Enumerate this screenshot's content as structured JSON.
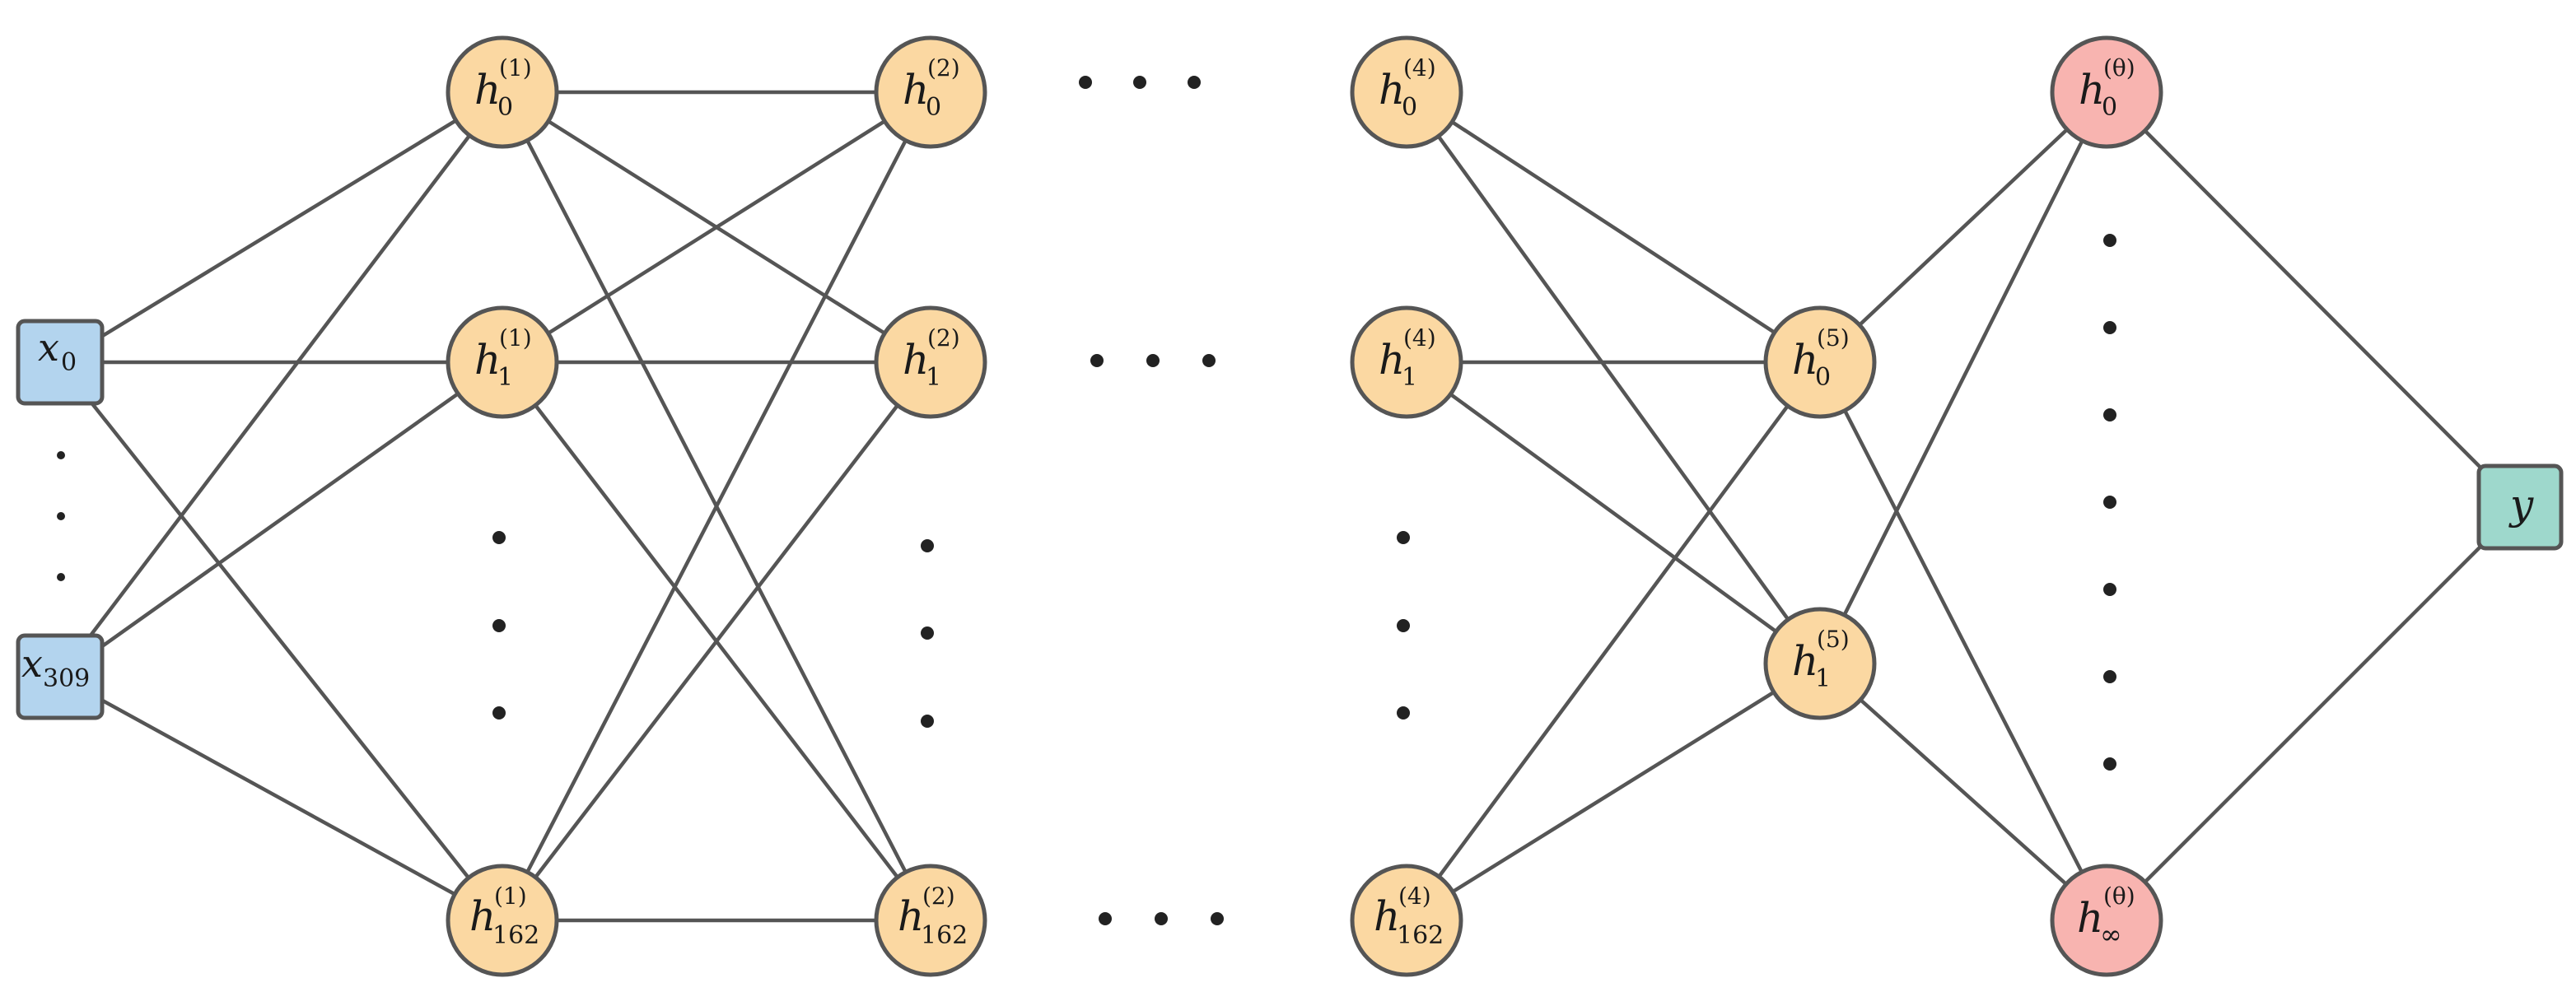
{
  "colors": {
    "input": "#b3d4ee",
    "hidden": "#fbd8a2",
    "theta": "#f8b4b0",
    "output": "#9ed8cc",
    "edge": "#555555"
  },
  "nodes": {
    "x0": {
      "base": "x",
      "sub": "0",
      "sup": ""
    },
    "x309": {
      "base": "x",
      "sub": "309",
      "sup": ""
    },
    "h1_0": {
      "base": "h",
      "sub": "0",
      "sup": "(1)"
    },
    "h1_1": {
      "base": "h",
      "sub": "1",
      "sup": "(1)"
    },
    "h1_162": {
      "base": "h",
      "sub": "162",
      "sup": "(1)"
    },
    "h2_0": {
      "base": "h",
      "sub": "0",
      "sup": "(2)"
    },
    "h2_1": {
      "base": "h",
      "sub": "1",
      "sup": "(2)"
    },
    "h2_162": {
      "base": "h",
      "sub": "162",
      "sup": "(2)"
    },
    "h4_0": {
      "base": "h",
      "sub": "0",
      "sup": "(4)"
    },
    "h4_1": {
      "base": "h",
      "sub": "1",
      "sup": "(4)"
    },
    "h4_162": {
      "base": "h",
      "sub": "162",
      "sup": "(4)"
    },
    "h5_0": {
      "base": "h",
      "sub": "0",
      "sup": "(5)"
    },
    "h5_1": {
      "base": "h",
      "sub": "1",
      "sup": "(5)"
    },
    "ht_0": {
      "base": "h",
      "sub": "0",
      "sup": "(θ)"
    },
    "ht_inf": {
      "base": "h",
      "sub": "∞",
      "sup": "(θ)"
    },
    "y": {
      "base": "y",
      "sub": "",
      "sup": ""
    }
  }
}
